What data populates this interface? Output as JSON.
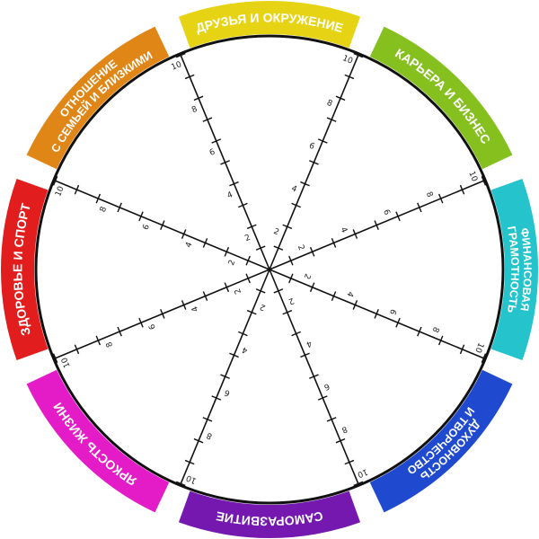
{
  "segments": [
    {
      "lines": [
        "ДРУЗЬЯ И ОКРУЖЕНИЕ"
      ],
      "color": "#e6d414"
    },
    {
      "lines": [
        "КАРЬЕРА И БИЗНЕС"
      ],
      "color": "#86c01f"
    },
    {
      "lines": [
        "ФИНАНСОВАЯ",
        "ГРАМОТНОСТЬ"
      ],
      "color": "#25c4cc"
    },
    {
      "lines": [
        "ДУХОВНОСТЬ",
        "И ТВОРЧЕСТВО"
      ],
      "color": "#1f4ad0"
    },
    {
      "lines": [
        "САМОРАЗВИТИЕ"
      ],
      "color": "#7418b0"
    },
    {
      "lines": [
        "ЯРКОСТЬ ЖИЗНИ"
      ],
      "color": "#e31cc7"
    },
    {
      "lines": [
        "ЗДОРОВЬЕ И СПОРТ"
      ],
      "color": "#e11d1d"
    },
    {
      "lines": [
        "ОТНОШЕНИЕ",
        "С СЕМЬЕЙ И БЛИЗКИМИ"
      ],
      "color": "#e08616"
    }
  ],
  "scale": {
    "max": 10,
    "ticks": 10,
    "labels": [
      "2",
      "4",
      "6",
      "8",
      "10"
    ]
  },
  "colors": {
    "circle": "#111111",
    "spoke": "#111111",
    "gap": "#ffffff"
  }
}
